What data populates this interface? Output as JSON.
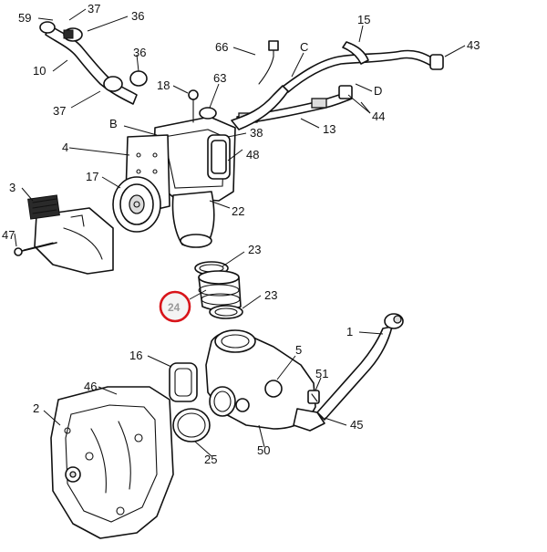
{
  "diagram": {
    "callouts": [
      {
        "id": "59",
        "label": "59"
      },
      {
        "id": "37a",
        "label": "37"
      },
      {
        "id": "36a",
        "label": "36"
      },
      {
        "id": "10",
        "label": "10"
      },
      {
        "id": "37b",
        "label": "37"
      },
      {
        "id": "36b",
        "label": "36"
      },
      {
        "id": "18",
        "label": "18"
      },
      {
        "id": "63",
        "label": "63"
      },
      {
        "id": "66",
        "label": "66"
      },
      {
        "id": "C",
        "label": "C"
      },
      {
        "id": "15",
        "label": "15"
      },
      {
        "id": "43",
        "label": "43"
      },
      {
        "id": "D",
        "label": "D"
      },
      {
        "id": "44",
        "label": "44"
      },
      {
        "id": "13",
        "label": "13"
      },
      {
        "id": "B",
        "label": "B"
      },
      {
        "id": "38",
        "label": "38"
      },
      {
        "id": "48",
        "label": "48"
      },
      {
        "id": "4",
        "label": "4"
      },
      {
        "id": "17",
        "label": "17"
      },
      {
        "id": "22",
        "label": "22"
      },
      {
        "id": "3",
        "label": "3"
      },
      {
        "id": "47",
        "label": "47"
      },
      {
        "id": "23a",
        "label": "23"
      },
      {
        "id": "23b",
        "label": "23"
      },
      {
        "id": "24",
        "label": "24"
      },
      {
        "id": "1",
        "label": "1"
      },
      {
        "id": "5",
        "label": "5"
      },
      {
        "id": "16",
        "label": "16"
      },
      {
        "id": "51",
        "label": "51"
      },
      {
        "id": "46",
        "label": "46"
      },
      {
        "id": "2",
        "label": "2"
      },
      {
        "id": "45",
        "label": "45"
      },
      {
        "id": "50",
        "label": "50"
      },
      {
        "id": "25",
        "label": "25"
      }
    ],
    "highlighted_callout": "24",
    "highlight_color": "#d8141a"
  }
}
